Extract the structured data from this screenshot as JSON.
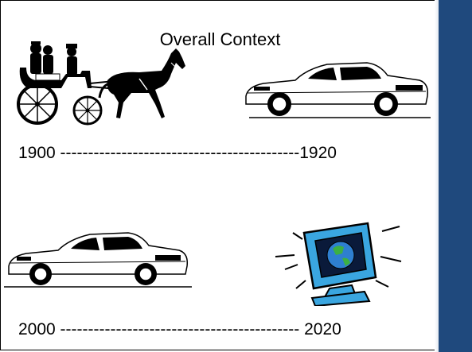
{
  "slide": {
    "title": "Overall Context",
    "timeline_top": "1900 -------------------------------------------1920",
    "timeline_bottom": "2000 ------------------------------------------- 2020"
  },
  "images": {
    "carriage": "horse-carriage-clipart",
    "car_top": "sedan-car-clipart",
    "car_bottom": "sedan-car-clipart",
    "computer": "computer-monitor-globe-clipart"
  },
  "colors": {
    "side_panel": "#1F497D",
    "monitor": "#3aa6e0",
    "globe": "#2e7fd0"
  }
}
